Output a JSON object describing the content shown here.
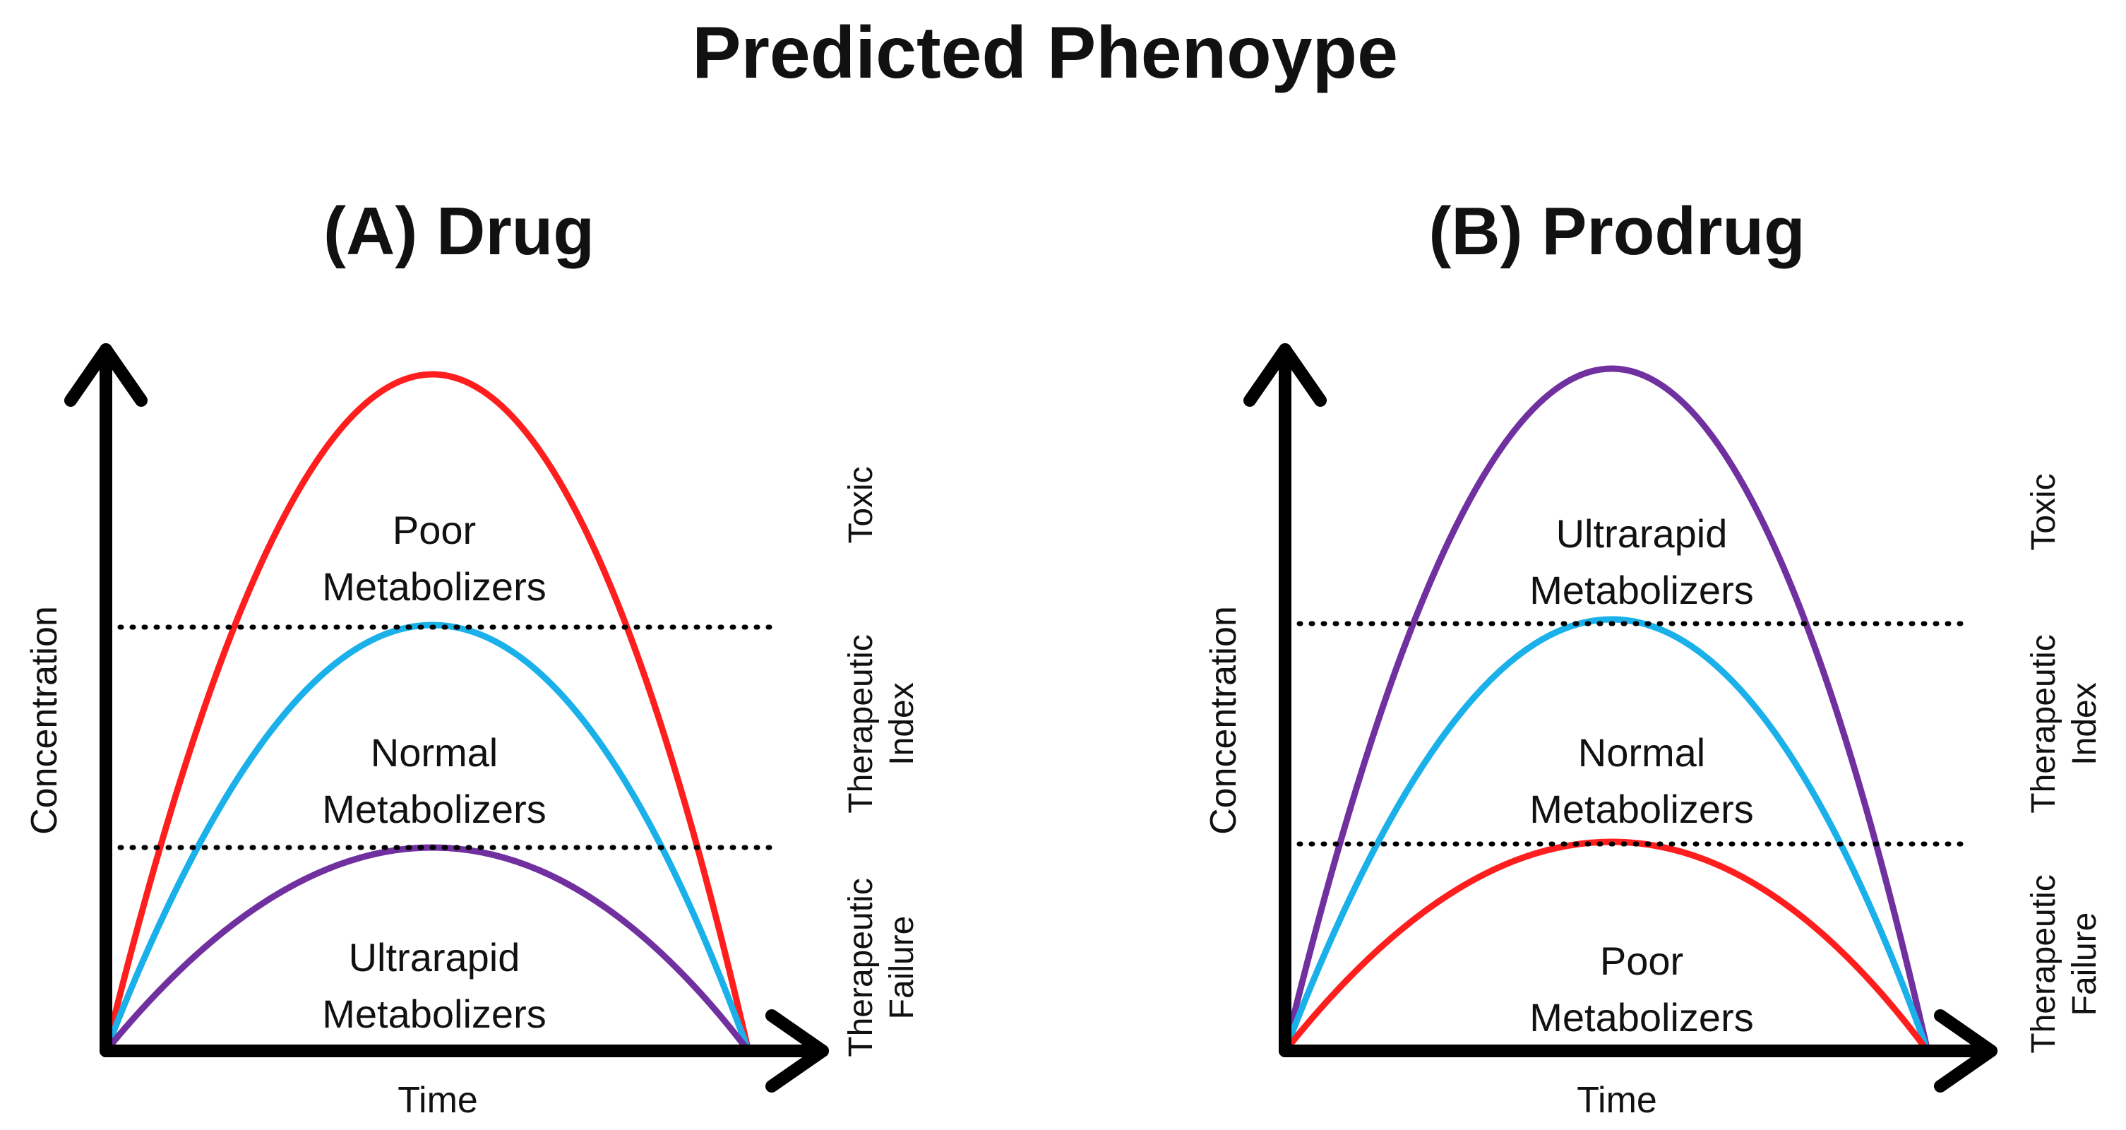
{
  "title": "Predicted Phenoype",
  "colors": {
    "red": "#ff1e1e",
    "blue": "#1ab0ea",
    "purple": "#7030a0",
    "axis": "#000000"
  },
  "panels": [
    {
      "title": "(A) Drug",
      "x_axis_label": "Time",
      "y_axis_label": "Concentration",
      "zones": [
        {
          "lines": [
            "Toxic"
          ]
        },
        {
          "lines": [
            "Therapeutic",
            "Index"
          ]
        },
        {
          "lines": [
            "Therapeutic",
            "Failure"
          ]
        }
      ],
      "curves": [
        {
          "color": "red",
          "level": "top",
          "label": [
            "Poor",
            "Metabolizers"
          ]
        },
        {
          "color": "blue",
          "level": "middle",
          "label": [
            "Normal",
            "Metabolizers"
          ]
        },
        {
          "color": "purple",
          "level": "bottom",
          "label": [
            "Ultrarapid",
            "Metabolizers"
          ]
        }
      ]
    },
    {
      "title": "(B) Prodrug",
      "x_axis_label": "Time",
      "y_axis_label": "Concentration",
      "zones": [
        {
          "lines": [
            "Toxic"
          ]
        },
        {
          "lines": [
            "Therapeutic",
            "Index"
          ]
        },
        {
          "lines": [
            "Therapeutic",
            "Failure"
          ]
        }
      ],
      "curves": [
        {
          "color": "purple",
          "level": "top",
          "label": [
            "Ultrarapid",
            "Metabolizers"
          ]
        },
        {
          "color": "blue",
          "level": "middle",
          "label": [
            "Normal",
            "Metabolizers"
          ]
        },
        {
          "color": "red",
          "level": "bottom",
          "label": [
            "Poor",
            "Metabolizers"
          ]
        }
      ]
    }
  ]
}
